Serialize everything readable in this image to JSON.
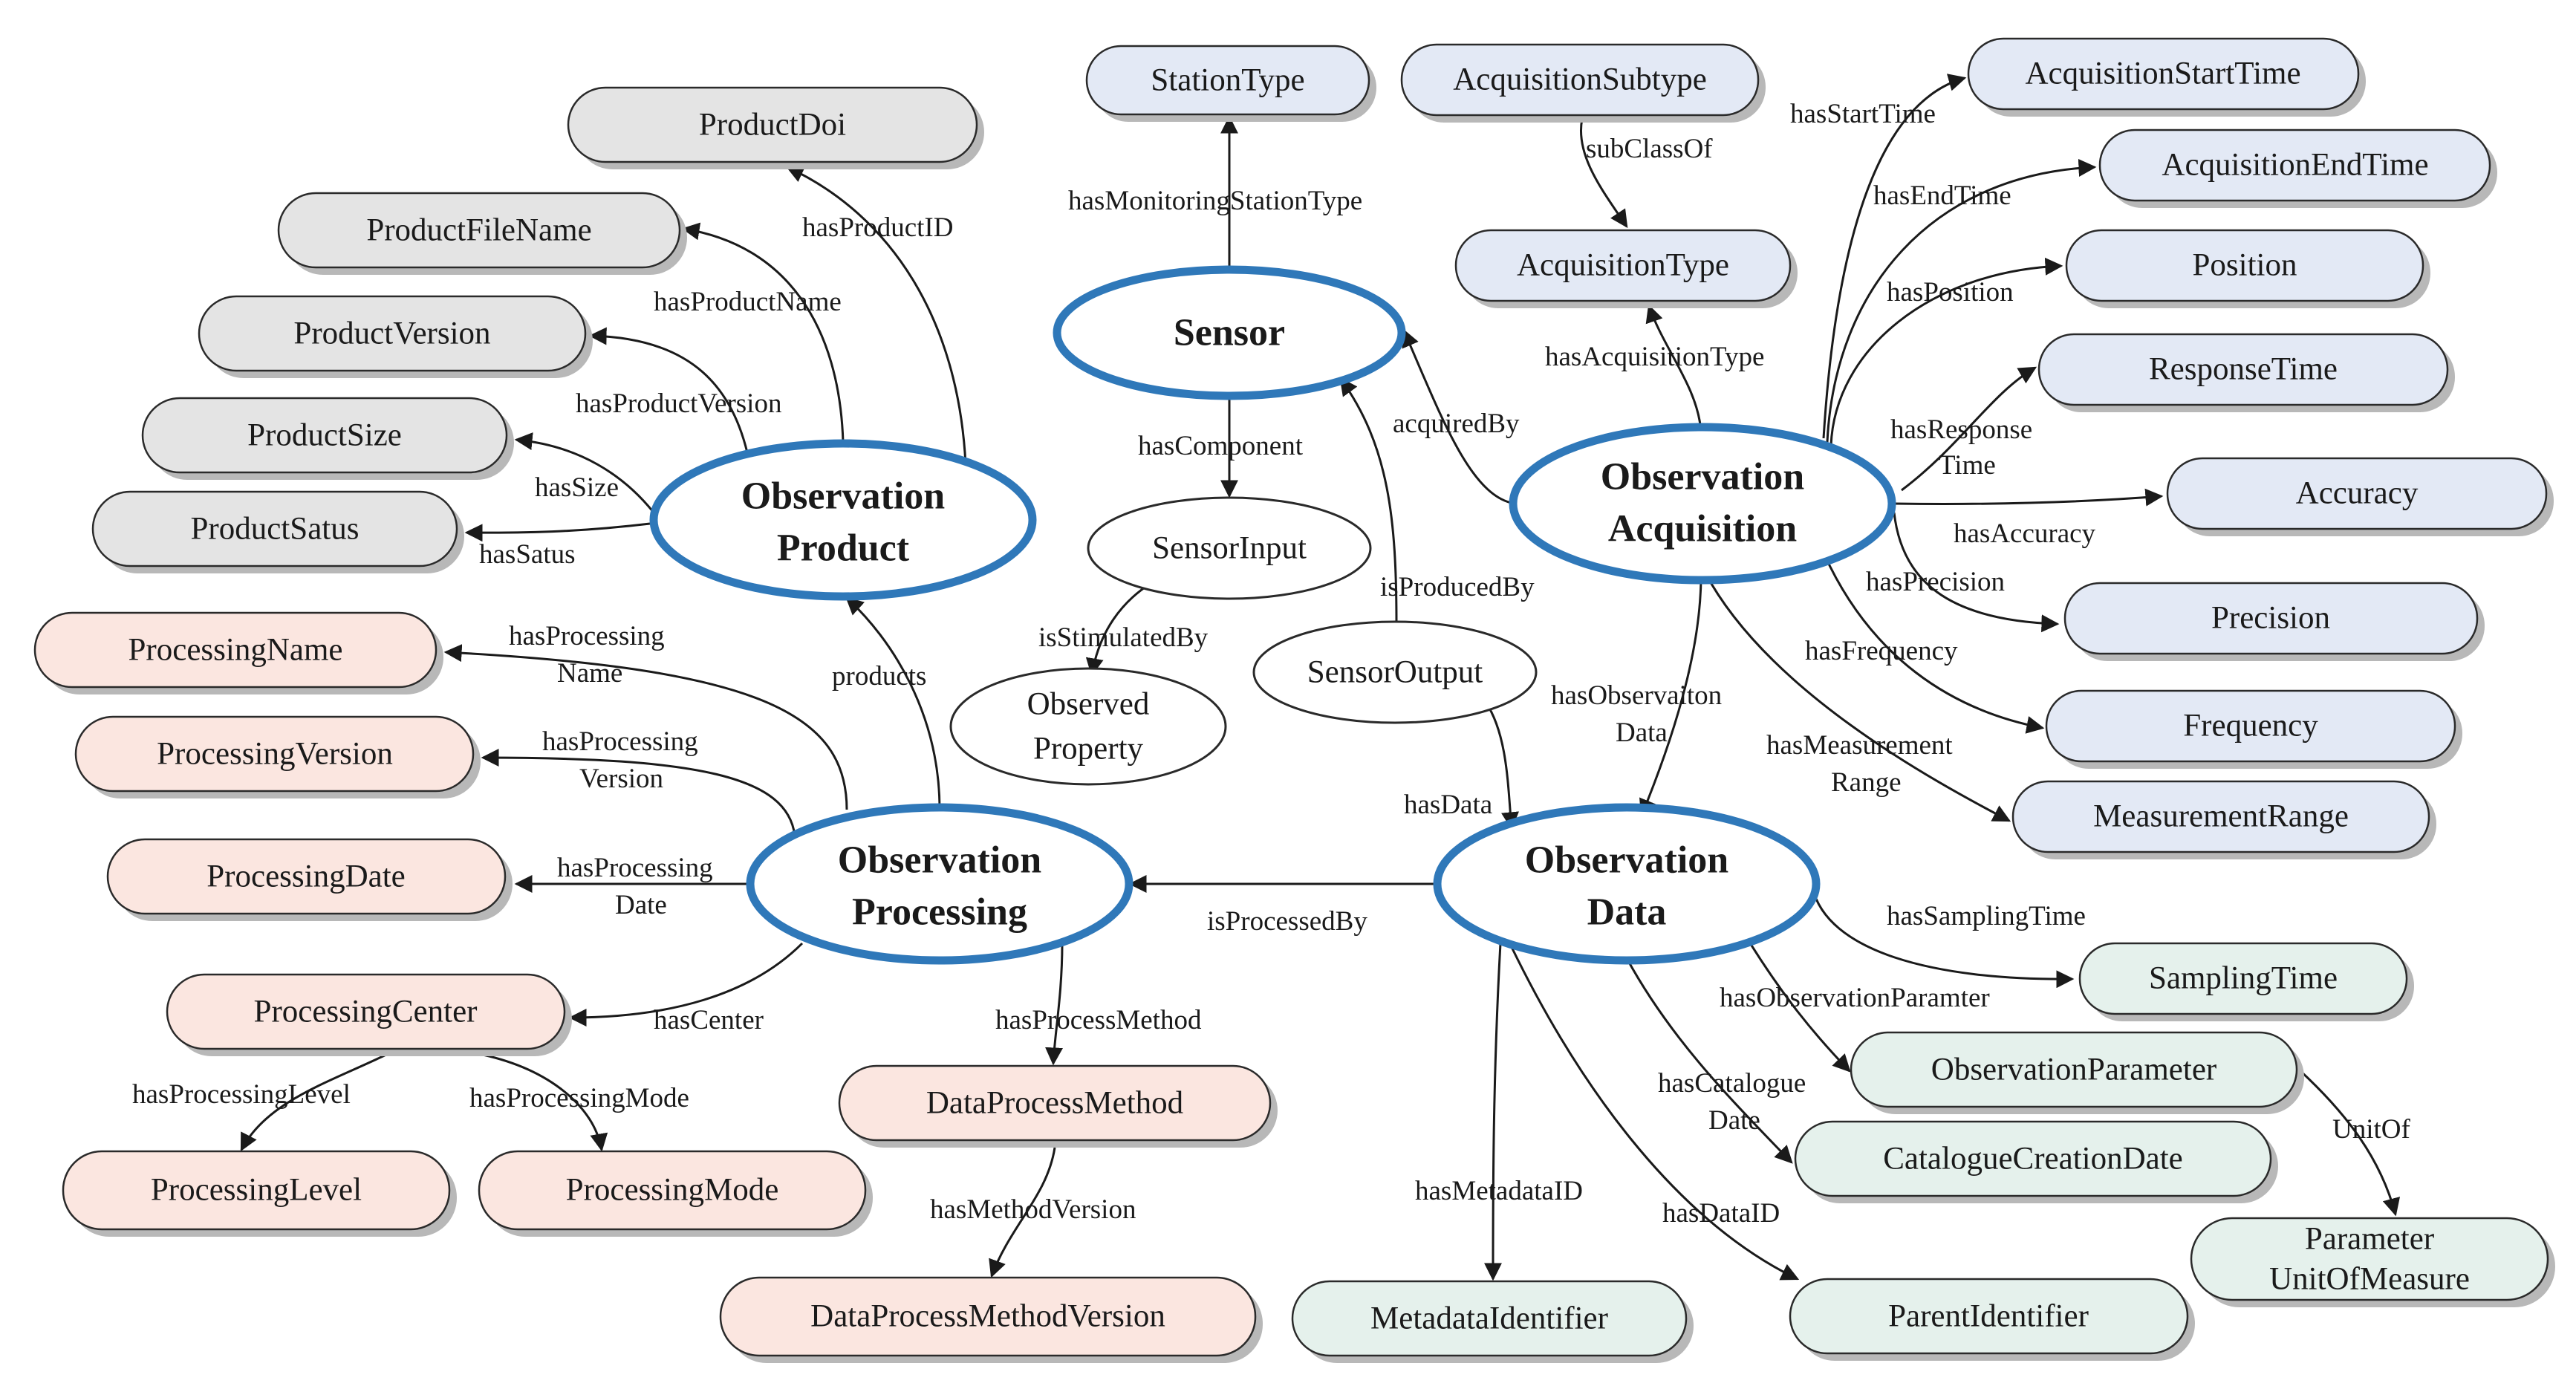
{
  "colors": {
    "product": "#e4e4e4",
    "processing": "#fbe6e0",
    "acquisition": "#e3e9f5",
    "data": "#e5f1ec",
    "plain": "#ffffff",
    "central_stroke": "#2f78b9",
    "stroke": "#2a2a2a"
  },
  "central": {
    "sensor": "Sensor",
    "product_l1": "Observation",
    "product_l2": "Product",
    "acq_l1": "Observation",
    "acq_l2": "Acquisition",
    "processing_l1": "Observation",
    "processing_l2": "Processing",
    "data_l1": "Observation",
    "data_l2": "Data"
  },
  "nodes": {
    "product_doi": "ProductDoi",
    "product_file_name": "ProductFileName",
    "product_version": "ProductVersion",
    "product_size": "ProductSize",
    "product_satus": "ProductSatus",
    "processing_name": "ProcessingName",
    "processing_version": "ProcessingVersion",
    "processing_date": "ProcessingDate",
    "processing_center": "ProcessingCenter",
    "processing_level": "ProcessingLevel",
    "processing_mode": "ProcessingMode",
    "data_process_method": "DataProcessMethod",
    "data_process_method_version": "DataProcessMethodVersion",
    "station_type": "StationType",
    "acquisition_subtype": "AcquisitionSubtype",
    "acquisition_type": "AcquisitionType",
    "sensor_input": "SensorInput",
    "sensor_output": "SensorOutput",
    "observed_property_l1": "Observed",
    "observed_property_l2": "Property",
    "acquisition_start_time": "AcquisitionStartTime",
    "acquisition_end_time": "AcquisitionEndTime",
    "position": "Position",
    "response_time": "ResponseTime",
    "accuracy": "Accuracy",
    "precision": "Precision",
    "frequency": "Frequency",
    "measurement_range": "MeasurementRange",
    "sampling_time": "SamplingTime",
    "observation_parameter": "ObservationParameter",
    "catalogue_creation_date": "CatalogueCreationDate",
    "parameter_unit_l1": "Parameter",
    "parameter_unit_l2": "UnitOfMeasure",
    "metadata_identifier": "MetadataIdentifier",
    "parent_identifier": "ParentIdentifier"
  },
  "edges": {
    "has_product_id": "hasProductID",
    "has_product_name": "hasProductName",
    "has_product_version": "hasProductVersion",
    "has_size": "hasSize",
    "has_satus": "hasSatus",
    "has_processing_name_l1": "hasProcessing",
    "has_processing_name_l2": "Name",
    "has_processing_version_l1": "hasProcessing",
    "has_processing_version_l2": "Version",
    "has_processing_date_l1": "hasProcessing",
    "has_processing_date_l2": "Date",
    "has_center": "hasCenter",
    "has_processing_level": "hasProcessingLevel",
    "has_processing_mode": "hasProcessingMode",
    "has_process_method": "hasProcessMethod",
    "has_method_version": "hasMethodVersion",
    "products": "products",
    "is_processed_by": "isProcessedBy",
    "has_monitoring_station_type": "hasMonitoringStationType",
    "has_component": "hasComponent",
    "is_stimulated_by": "isStimulatedBy",
    "is_produced_by": "isProducedBy",
    "has_data": "hasData",
    "acquired_by": "acquiredBy",
    "sub_class_of": "subClassOf",
    "has_acquisition_type": "hasAcquisitionType",
    "has_start_time": "hasStartTime",
    "has_end_time": "hasEndTime",
    "has_position": "hasPosition",
    "has_response_time_l1": "hasResponse",
    "has_response_time_l2": "Time",
    "has_accuracy": "hasAccuracy",
    "has_precision": "hasPrecision",
    "has_frequency": "hasFrequency",
    "has_measurement_range_l1": "hasMeasurement",
    "has_measurement_range_l2": "Range",
    "has_observation_data_l1": "hasObservaiton",
    "has_observation_data_l2": "Data",
    "has_sampling_time": "hasSamplingTime",
    "has_observation_paramter": "hasObservationParamter",
    "has_catalogue_date_l1": "hasCatalogue",
    "has_catalogue_date_l2": "Date",
    "unit_of": "UnitOf",
    "has_metadata_id": "hasMetadataID",
    "has_data_id": "hasDataID"
  }
}
